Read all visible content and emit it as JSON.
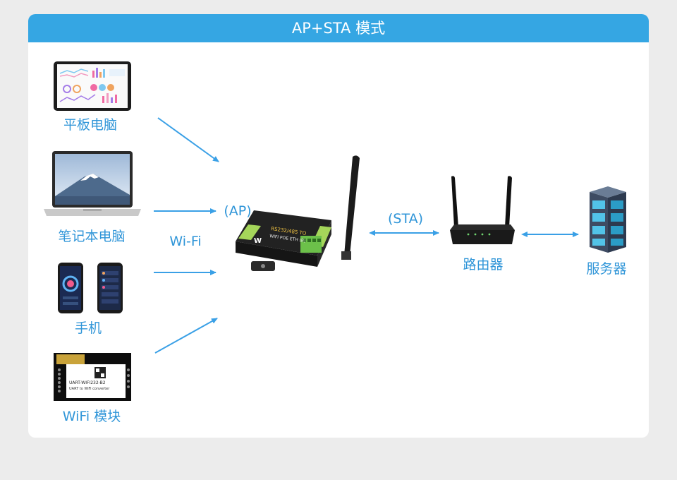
{
  "title": "AP+STA 模式",
  "devices": {
    "tablet": "平板电脑",
    "laptop": "笔记本电脑",
    "phone": "手机",
    "wifi_module": "WiFi 模块",
    "router": "路由器",
    "server": "服务器"
  },
  "links": {
    "wifi": "Wi-Fi",
    "ap": "(AP)",
    "sta": "(STA)"
  },
  "device_text": {
    "gateway_line1": "RS232/485 TO",
    "gateway_line2": "WIFI POE ETH (B)",
    "module_line1": "UART-WIFI232-B2",
    "module_line2": "UART to WiFi converter"
  },
  "colors": {
    "accent": "#35a6e3",
    "label": "#2f95d8",
    "arrow": "#3aa0e6"
  }
}
